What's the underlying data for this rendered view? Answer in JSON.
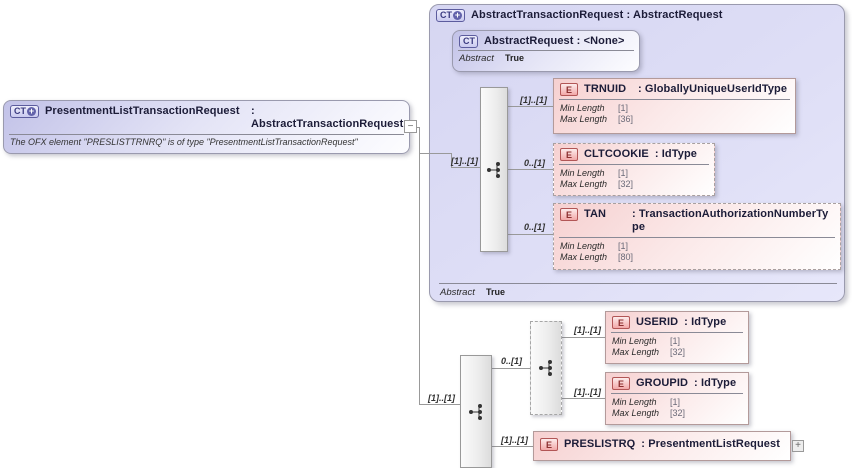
{
  "left_box": {
    "badge": "CT",
    "badge_plus": "+",
    "name": "PresentmentListTransactionRequest",
    "type": ": AbstractTransactionRequest",
    "annotation": "The OFX element \"PRESLISTTRNRQ\" is of type \"PresentmentListTransactionRequest\"",
    "expander": "−"
  },
  "base_box": {
    "badge": "CT",
    "badge_plus": "+",
    "title": "AbstractTransactionRequest : AbstractRequest",
    "footer": {
      "label": "Abstract",
      "value": "True"
    },
    "parent": {
      "badge": "CT",
      "title": "AbstractRequest : <None>",
      "footer": {
        "label": "Abstract",
        "value": "True"
      }
    }
  },
  "compositors": {
    "base_sequence_cardinality": "[1]..[1]",
    "extension_sequence_cardinality": "[1]..[1]",
    "inner_sequence_cardinality": "0..[1]"
  },
  "elements": {
    "trnuid": {
      "badge": "E",
      "name": "TRNUID",
      "type": ": GloballyUniqueUserIdType",
      "cardinality": "[1]..[1]",
      "facets": [
        {
          "label": "Min Length",
          "value": "[1]"
        },
        {
          "label": "Max Length",
          "value": "[36]"
        }
      ]
    },
    "cltcookie": {
      "badge": "E",
      "name": "CLTCOOKIE",
      "type": ": IdType",
      "cardinality": "0..[1]",
      "facets": [
        {
          "label": "Min Length",
          "value": "[1]"
        },
        {
          "label": "Max Length",
          "value": "[32]"
        }
      ]
    },
    "tan": {
      "badge": "E",
      "name": "TAN",
      "type": ": TransactionAuthorizationNumberType",
      "cardinality": "0..[1]",
      "facets": [
        {
          "label": "Min Length",
          "value": "[1]"
        },
        {
          "label": "Max Length",
          "value": "[80]"
        }
      ]
    },
    "userid": {
      "badge": "E",
      "name": "USERID",
      "type": ": IdType",
      "cardinality": "[1]..[1]",
      "facets": [
        {
          "label": "Min Length",
          "value": "[1]"
        },
        {
          "label": "Max Length",
          "value": "[32]"
        }
      ]
    },
    "groupid": {
      "badge": "E",
      "name": "GROUPID",
      "type": ": IdType",
      "cardinality": "[1]..[1]",
      "facets": [
        {
          "label": "Min Length",
          "value": "[1]"
        },
        {
          "label": "Max Length",
          "value": "[32]"
        }
      ]
    },
    "preslistrq": {
      "badge": "E",
      "name": "PRESLISTRQ",
      "type": ": PresentmentListRequest",
      "cardinality": "[1]..[1]",
      "expander": "+"
    }
  }
}
